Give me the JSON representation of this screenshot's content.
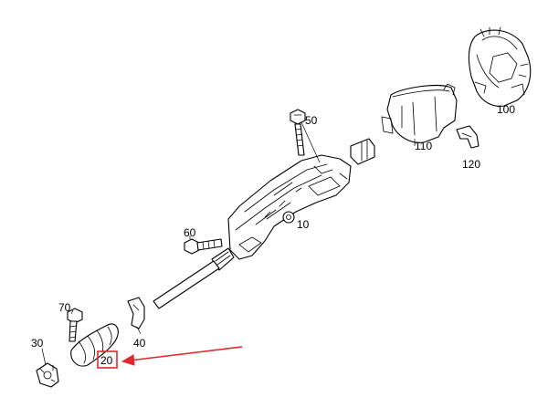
{
  "diagram": {
    "labels": {
      "p100": "100",
      "p110": "110",
      "p120": "120",
      "p50": "50",
      "p10": "10",
      "p60": "60",
      "p70": "70",
      "p30": "30",
      "p40": "40",
      "p20": "20"
    },
    "highlight": {
      "target_label": "20",
      "color": "#e0282d"
    },
    "line_color": "#000000",
    "background": "#ffffff"
  }
}
